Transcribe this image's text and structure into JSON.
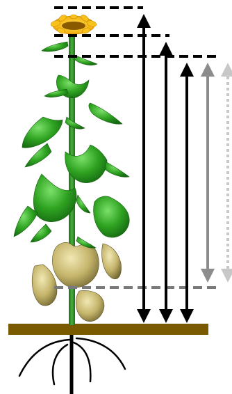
{
  "diagram": {
    "subject": "sunflower-plant",
    "flower_color": "#f5b800",
    "flower_center_color": "#8a5a00",
    "healthy_leaf_color": "#2fa321",
    "senescent_leaf_color": "#c4b46a",
    "stem_color": "#2f8f2a",
    "soil_color": "#7a5a00",
    "root_color": "#000000",
    "reference_lines": [
      {
        "label": "",
        "color": "#000000",
        "style": "dashed"
      },
      {
        "label": "",
        "color": "#000000",
        "style": "dashed"
      },
      {
        "label": "",
        "color": "#000000",
        "style": "dashed"
      },
      {
        "label": "",
        "color": "#7a7a7a",
        "style": "dashed"
      }
    ],
    "arrows": [
      {
        "color": "#000000",
        "style": "solid",
        "heads": "both"
      },
      {
        "color": "#000000",
        "style": "solid",
        "heads": "both"
      },
      {
        "color": "#000000",
        "style": "solid",
        "heads": "both"
      },
      {
        "color": "#8c8c8c",
        "style": "solid",
        "heads": "both"
      },
      {
        "color": "#c8c8c8",
        "style": "dotted",
        "heads": "both"
      }
    ]
  }
}
